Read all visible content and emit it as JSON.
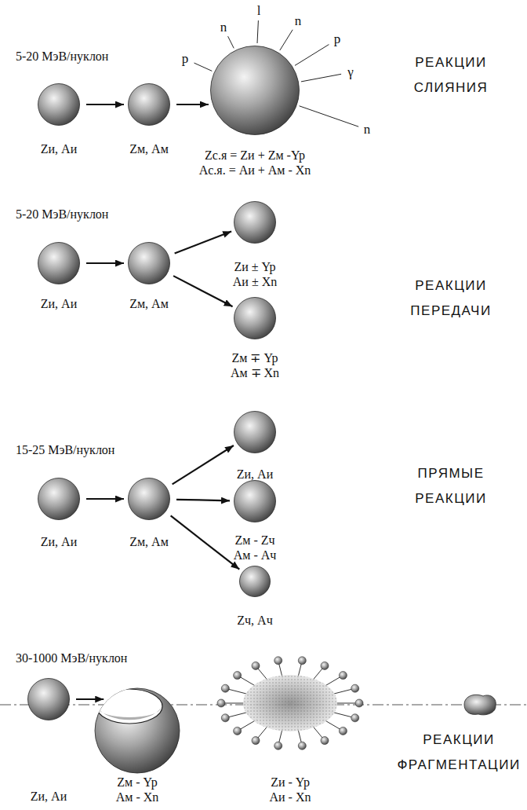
{
  "diagram": {
    "nodes": [
      {
        "text": [
          "Zи, Aи"
        ]
      },
      {
        "text": [
          "Zм, Aм"
        ]
      },
      {
        "text": [
          "Zс.я = Zи + Zм -Yp",
          "Aс.я. = Aи + Aм - Xn"
        ]
      },
      {
        "text": [
          "Zи, Aи"
        ]
      },
      {
        "text": [
          "Zм, Aм"
        ]
      },
      {
        "text": [
          "Zи ± Yp",
          "Aи ± Xn"
        ]
      },
      {
        "text": [
          "Zм ∓ Yp",
          "Aм ∓ Xn"
        ]
      },
      {
        "text": [
          "Zи, Aи"
        ]
      },
      {
        "text": [
          "Zм, Aм"
        ]
      },
      {
        "text": [
          "Zи, Aи"
        ]
      },
      {
        "text": [
          "Zм - Zч",
          "Aм - Aч"
        ]
      },
      {
        "text": [
          "Zч, Aч"
        ]
      },
      {
        "text": [
          "Zи, Aи"
        ]
      },
      {
        "text": [
          "Zм - Yp",
          "Aм - Xn"
        ]
      },
      {
        "text": [
          "Zи - Yp",
          "Aи - Xn"
        ]
      }
    ],
    "edges": [
      {
        "from": 0,
        "to": 1,
        "arrow": "to"
      },
      {
        "from": 1,
        "to": 2,
        "arrow": "to"
      },
      {
        "from": 3,
        "to": 4,
        "arrow": "to"
      },
      {
        "from": 4,
        "to": 5,
        "arrow": "to"
      },
      {
        "from": 4,
        "to": 6,
        "arrow": "to"
      },
      {
        "from": 7,
        "to": 8,
        "arrow": "to"
      },
      {
        "from": 8,
        "to": 9,
        "arrow": "to"
      },
      {
        "from": 8,
        "to": 10,
        "arrow": "to"
      },
      {
        "from": 8,
        "to": 11,
        "arrow": "to"
      },
      {
        "from": 12,
        "to": 13,
        "arrow": "to"
      }
    ],
    "labels": [
      "5-20 МэВ/нуклон",
      "p",
      "n",
      "l",
      "n",
      "p",
      "γ",
      "n",
      "РЕАКЦИИ СЛИЯНИЯ",
      "5-20 МэВ/нуклон",
      "РЕАКЦИИ ПЕРЕДАЧИ",
      "15-25 МэВ/нуклон",
      "ПРЯМЫЕ РЕАКЦИИ",
      "30-1000 МэВ/нуклон",
      "РЕАКЦИИ ФРАГМЕНТАЦИИ"
    ]
  }
}
